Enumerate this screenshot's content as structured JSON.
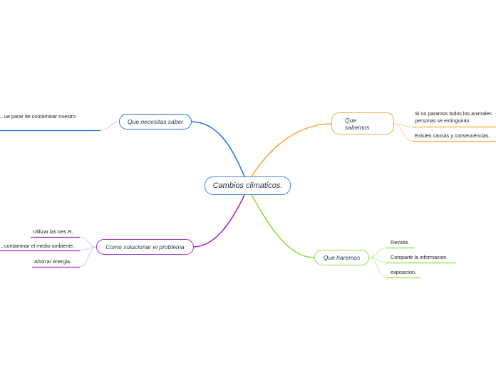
{
  "central": {
    "label": "Cambios climaticos."
  },
  "branches": {
    "necesitas": {
      "label": "Que necesitas saber",
      "color": "#2d6fe0",
      "items": [
        "...ue parar de contaminar nuestro"
      ]
    },
    "sabemos": {
      "label": "Que sabemos",
      "label_line1": "Que",
      "label_line2": "sabemos",
      "color": "#f4a93a",
      "items": [
        "Si no paramos todos los animales",
        "personas se extinguirán.",
        "Existen causas y consecuencias."
      ]
    },
    "solucionar": {
      "label": "Como solucionar el problema",
      "color": "#9b2fc6",
      "items": [
        "Utilizar las tres R.",
        "...contaminar el medio ambiente.",
        "Ahorrar energia."
      ]
    },
    "haremos": {
      "label": "Que haremos",
      "color": "#86e23a",
      "items": [
        "Revista.",
        "Compartir la informacion.",
        "exposicion."
      ]
    }
  }
}
